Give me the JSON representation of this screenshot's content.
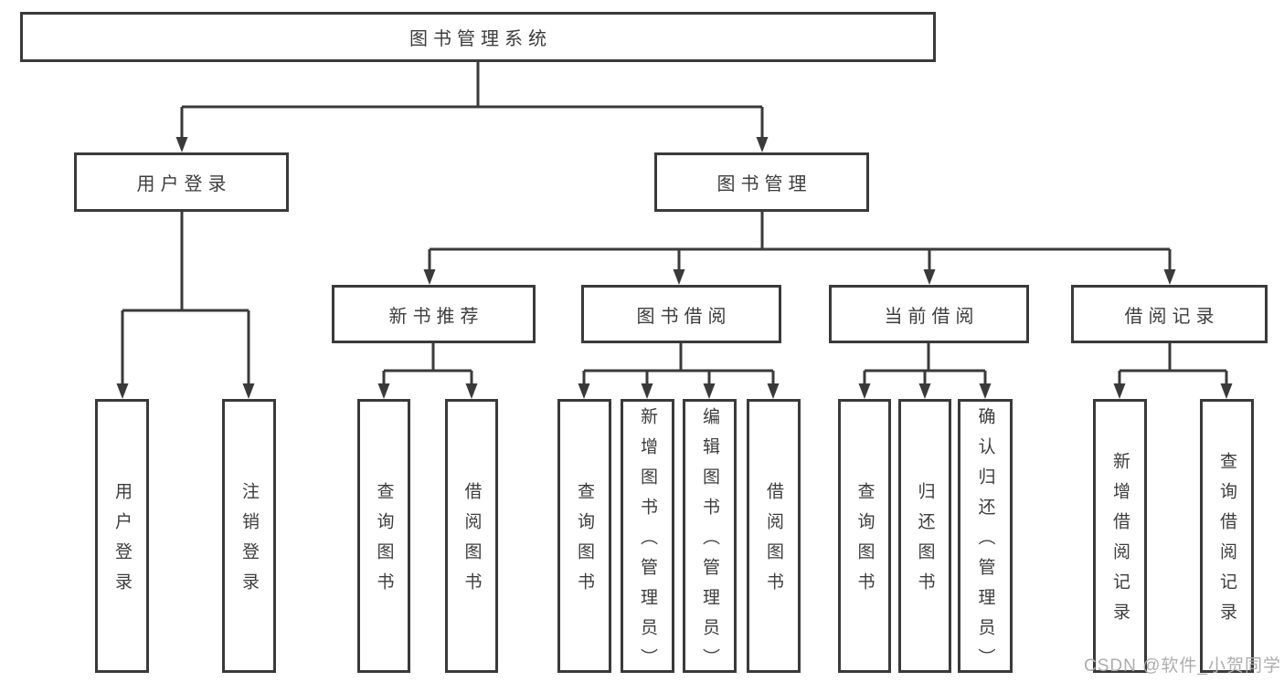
{
  "diagram": {
    "root": {
      "label": "图书管理系统"
    },
    "user_login": {
      "label": "用户登录",
      "children": [
        {
          "label": "用户登录"
        },
        {
          "label": "注销登录"
        }
      ]
    },
    "book_management": {
      "label": "图书管理",
      "groups": [
        {
          "label": "新书推荐",
          "children": [
            {
              "label": "查询图书"
            },
            {
              "label": "借阅图书"
            }
          ]
        },
        {
          "label": "图书借阅",
          "children": [
            {
              "label": "查询图书"
            },
            {
              "label": "新增图书（管理员）"
            },
            {
              "label": "编辑图书（管理员）"
            },
            {
              "label": "借阅图书"
            }
          ]
        },
        {
          "label": "当前借阅",
          "children": [
            {
              "label": "查询图书"
            },
            {
              "label": "归还图书"
            },
            {
              "label": "确认归还（管理员）"
            }
          ]
        },
        {
          "label": "借阅记录",
          "children": [
            {
              "label": "新增借阅记录"
            },
            {
              "label": "查询借阅记录"
            }
          ]
        }
      ]
    }
  },
  "watermark": {
    "text": "CSDN @软件_小贺同学"
  },
  "colors": {
    "line": "#3a3a3a",
    "text": "#3d3d3d",
    "watermark": "#adadad",
    "background": "#ffffff"
  }
}
